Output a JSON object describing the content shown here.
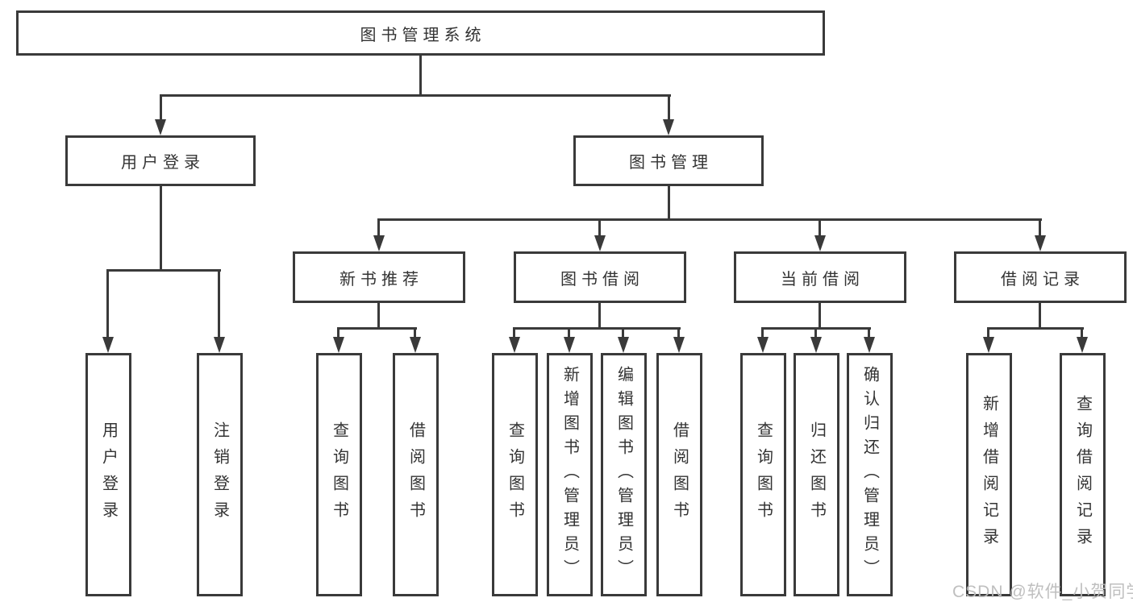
{
  "colors": {
    "line": "#3a3a3a",
    "text": "#333333",
    "watermark": "#bcbcbc",
    "background": "#ffffff"
  },
  "watermark": {
    "text": "CSDN @软件_小贺同学"
  },
  "nodes": {
    "root": "图书管理系统",
    "user_login": {
      "label": "用户登录",
      "children": [
        "用户登录",
        "注销登录"
      ]
    },
    "book_mgmt": {
      "label": "图书管理",
      "children": [
        {
          "label": "新书推荐",
          "children": [
            "查询图书",
            "借阅图书"
          ]
        },
        {
          "label": "图书借阅",
          "children": [
            "查询图书",
            "新增图书（管理员）",
            "编辑图书（管理员）",
            "借阅图书"
          ]
        },
        {
          "label": "当前借阅",
          "children": [
            "查询图书",
            "归还图书",
            "确认归还（管理员）"
          ]
        },
        {
          "label": "借阅记录",
          "children": [
            "新增借阅记录",
            "查询借阅记录"
          ]
        }
      ]
    }
  }
}
